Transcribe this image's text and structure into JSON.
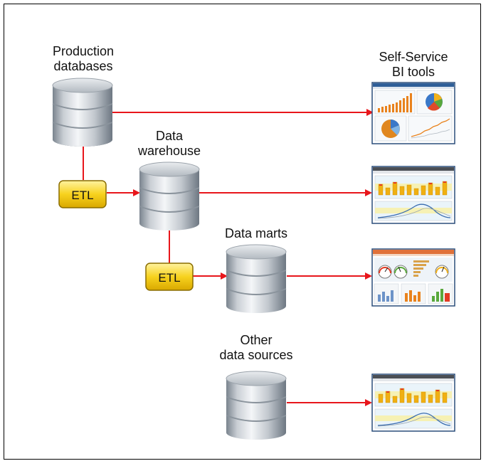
{
  "nodes": {
    "production_databases": {
      "label_line1": "Production",
      "label_line2": "databases"
    },
    "data_warehouse": {
      "label_line1": "Data",
      "label_line2": "warehouse"
    },
    "data_marts": {
      "label": "Data marts"
    },
    "other_data_sources": {
      "label_line1": "Other",
      "label_line2": "data sources"
    },
    "self_service_bi_tools": {
      "label_line1": "Self-Service",
      "label_line2": "BI tools"
    },
    "etl_1": {
      "label": "ETL"
    },
    "etl_2": {
      "label": "ETL"
    }
  },
  "colors": {
    "arrow": "#e8161b",
    "etl_fill": "#f7d21e",
    "etl_border": "#8a6d00",
    "cylinder_light": "#f2f4f6",
    "cylinder_dark": "#7d8792"
  }
}
